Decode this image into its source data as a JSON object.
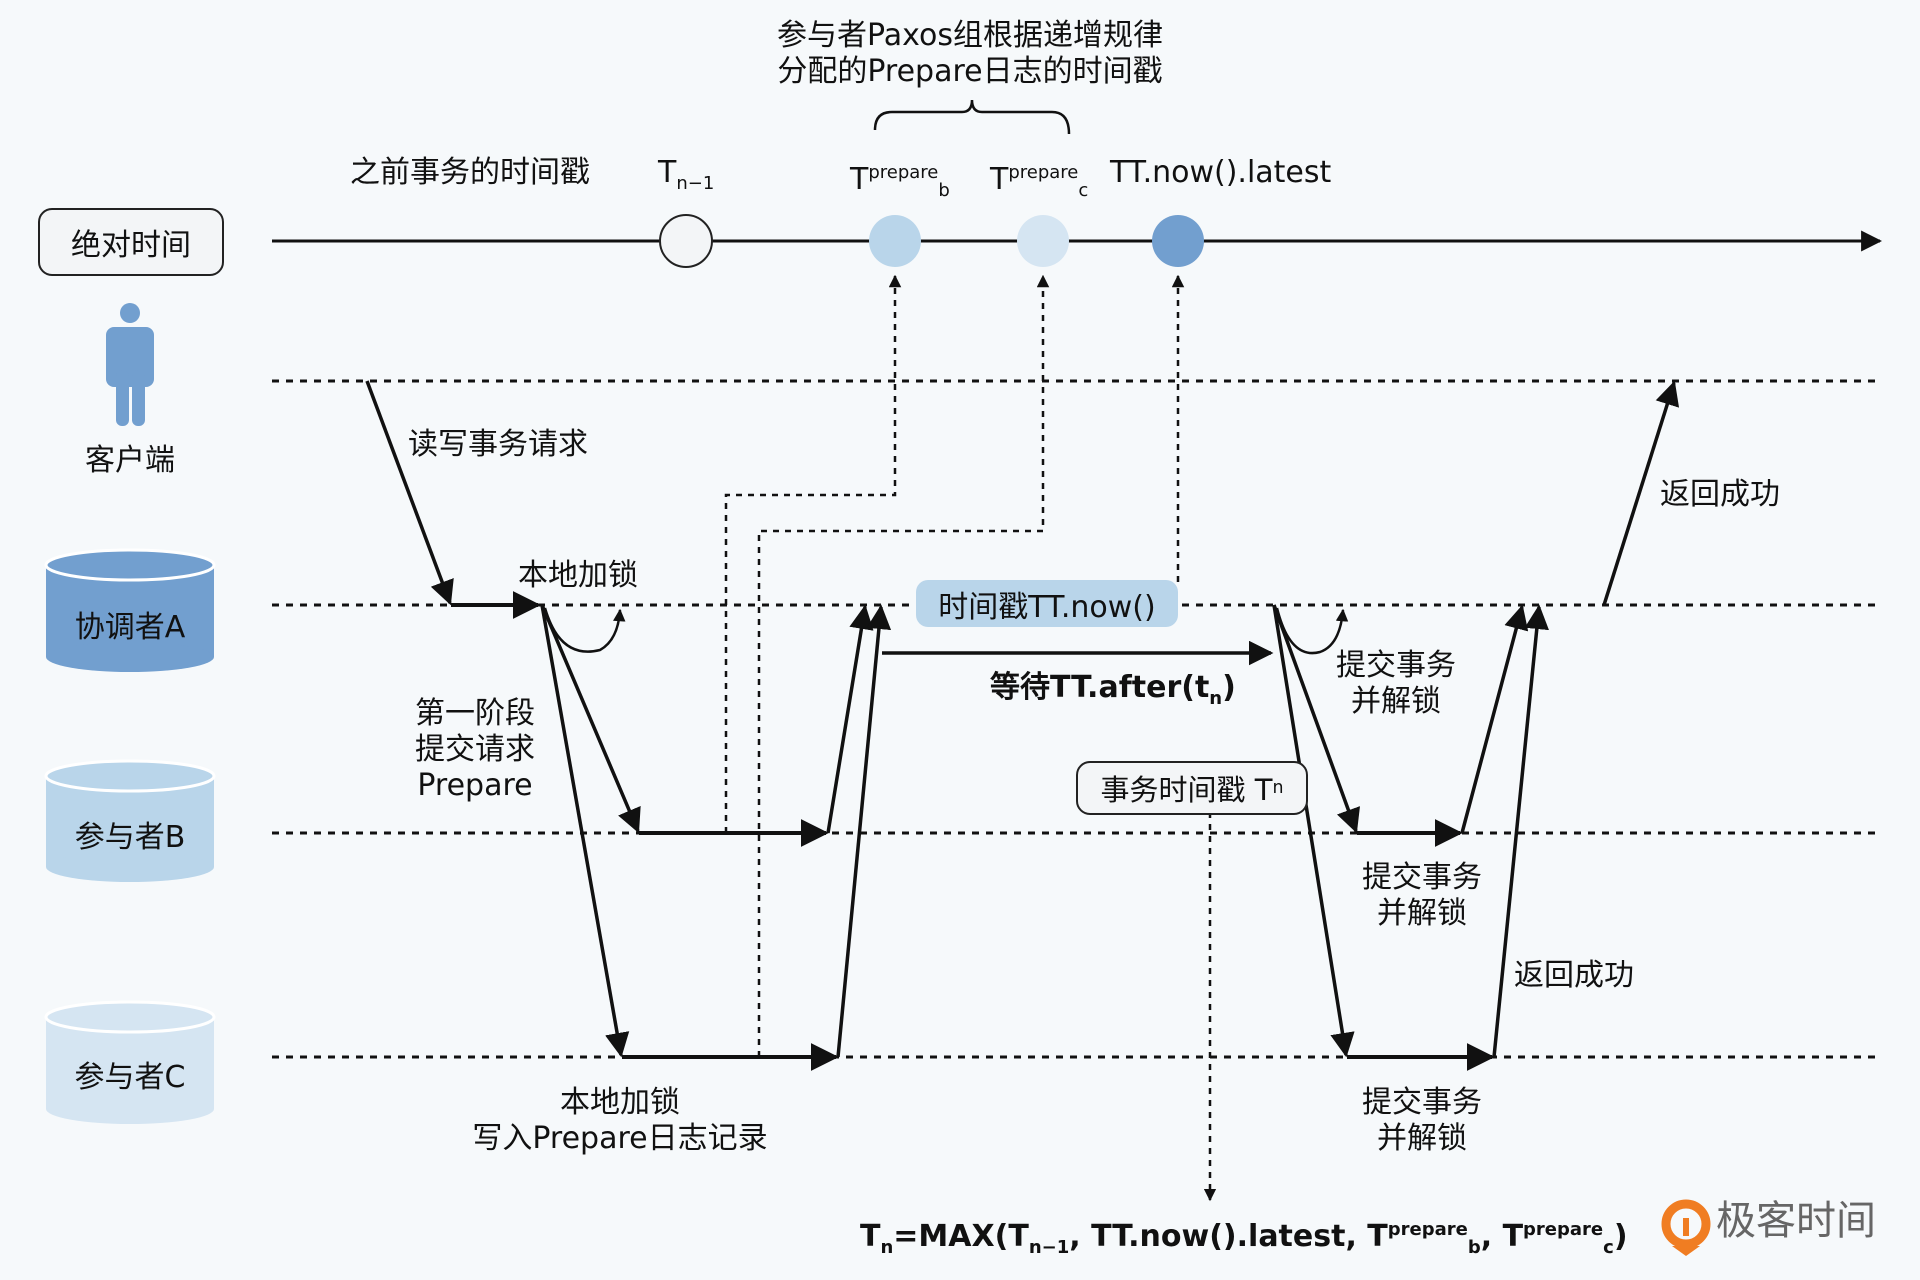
{
  "title_annotation": {
    "line1": "参与者Paxos组根据递增规律",
    "line2": "分配的Prepare日志的时间戳"
  },
  "timeline": {
    "label": "绝对时间",
    "prev_label": "之前事务的时间戳",
    "points": [
      {
        "id": "tn_minus_1",
        "base": "T",
        "sub": "n−1",
        "sup": "",
        "color": "#f3f5f7",
        "outlined": true
      },
      {
        "id": "tprepare_b",
        "base": "T",
        "sup": "prepare",
        "sub": "b",
        "color": "#b9d5ea",
        "outlined": false
      },
      {
        "id": "tprepare_c",
        "base": "T",
        "sup": "prepare",
        "sub": "c",
        "color": "#d5e5f2",
        "outlined": false
      },
      {
        "id": "tt_now_latest",
        "base": "TT.now().latest",
        "sup": "",
        "sub": "",
        "color": "#729fcf",
        "outlined": false
      }
    ]
  },
  "actors": {
    "client": {
      "label": "客户端",
      "color": "#729fcf"
    },
    "coordinator": {
      "label": "协调者A",
      "color": "#729fcf"
    },
    "participant_b": {
      "label": "参与者B",
      "color": "#b9d5ea"
    },
    "participant_c": {
      "label": "参与者C",
      "color": "#d5e5f2"
    }
  },
  "labels": {
    "rw_request": "读写事务请求",
    "local_lock_a": "本地加锁",
    "phase1_line1": "第一阶段",
    "phase1_line2": "提交请求",
    "phase1_line3": "Prepare",
    "local_lock_c_line1": "本地加锁",
    "local_lock_c_line2": "写入Prepare日志记录",
    "timestamp_now": "时间戳TT.now()",
    "wait_after": "等待TT.after(t",
    "wait_after_sub": "n",
    "wait_after_end": ")",
    "txn_timestamp": "事务时间戳 T",
    "txn_timestamp_sub": "n",
    "commit_a_line1": "提交事务",
    "commit_a_line2": "并解锁",
    "commit_b_line1": "提交事务",
    "commit_b_line2": "并解锁",
    "commit_c_line1": "提交事务",
    "commit_c_line2": "并解锁",
    "return_success_client": "返回成功",
    "return_success_c": "返回成功"
  },
  "formula": {
    "parts": [
      "T",
      "n",
      "=MAX(T",
      "n−1",
      ", TT.now().latest, T",
      "prepare",
      "b",
      ", T",
      "prepare",
      "c",
      ")"
    ]
  },
  "logo": {
    "text": "极客时间",
    "color": "#f07d22"
  }
}
